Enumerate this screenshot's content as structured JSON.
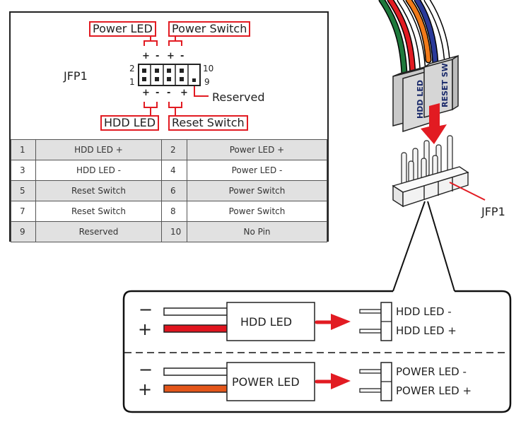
{
  "header_diagram": {
    "connector_name": "JFP1",
    "callouts": {
      "top_left": "Power LED",
      "top_right": "Power Switch",
      "bottom_left": "HDD LED",
      "bottom_right": "Reset Switch",
      "reserved": "Reserved"
    },
    "pin_numbers": {
      "top_left": "2",
      "bottom_left": "1",
      "top_right": "10",
      "bottom_right": "9"
    },
    "top_signs": [
      "+",
      "-",
      "+",
      "-"
    ],
    "bottom_signs": [
      "+",
      "-",
      "-",
      "+"
    ]
  },
  "pin_table": {
    "rows": [
      {
        "pin_a": "1",
        "label_a": "HDD LED +",
        "pin_b": "2",
        "label_b": "Power LED +"
      },
      {
        "pin_a": "3",
        "label_a": "HDD LED -",
        "pin_b": "4",
        "label_b": "Power LED -"
      },
      {
        "pin_a": "5",
        "label_a": "Reset Switch",
        "pin_b": "6",
        "label_b": "Power Switch"
      },
      {
        "pin_a": "7",
        "label_a": "Reset Switch",
        "pin_b": "8",
        "label_b": "Power Switch"
      },
      {
        "pin_a": "9",
        "label_a": "Reserved",
        "pin_b": "10",
        "label_b": "No Pin"
      }
    ]
  },
  "connector_illustration": {
    "plug_labels": [
      "HDD LED",
      "RESET SW"
    ],
    "header_label": "JFP1",
    "wire_colors": [
      "#1e7a3c",
      "#e21b22",
      "#ffffff",
      "#f07a1a",
      "#2a3a9a",
      "#ffffff"
    ]
  },
  "wiring_detail": {
    "sections": [
      {
        "minus_symbol": "−",
        "plus_symbol": "+",
        "box_label": "HDD LED",
        "plus_wire_color": "#e0141e",
        "pin_labels": [
          "HDD LED -",
          "HDD LED +"
        ]
      },
      {
        "minus_symbol": "−",
        "plus_symbol": "+",
        "box_label": "POWER LED",
        "plus_wire_color": "#e4561a",
        "pin_labels": [
          "POWER LED -",
          "POWER LED +"
        ]
      }
    ]
  },
  "colors": {
    "accent_red": "#e21b22",
    "table_shade": "#e1e1e1",
    "outline": "#222222"
  }
}
